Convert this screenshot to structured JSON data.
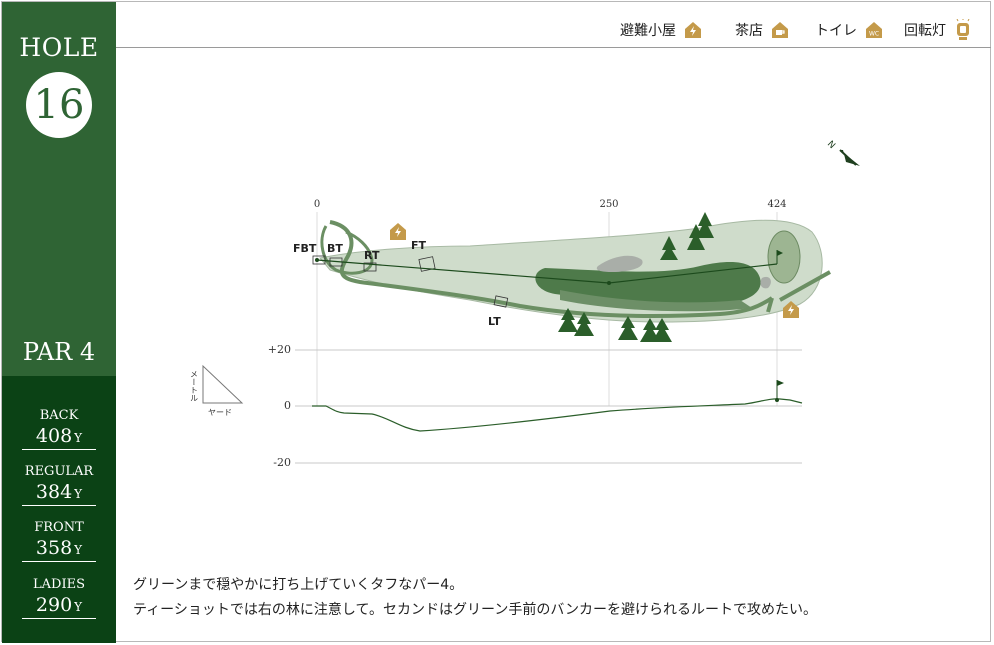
{
  "sidebar": {
    "hole_label": "HOLE",
    "hole_number": "16",
    "par": "PAR 4",
    "yardages": [
      {
        "tee": "BACK",
        "yards": "408",
        "unit": "Y"
      },
      {
        "tee": "REGULAR",
        "yards": "384",
        "unit": "Y"
      },
      {
        "tee": "FRONT",
        "yards": "358",
        "unit": "Y"
      },
      {
        "tee": "LADIES",
        "yards": "290",
        "unit": "Y"
      }
    ]
  },
  "legend": {
    "shelter": "避難小屋",
    "teahouse": "茶店",
    "toilet": "トイレ",
    "toilet_icon_text": "WC",
    "beacon": "回転灯",
    "icon_color": "#c49a4a"
  },
  "map": {
    "distance_marks": [
      "0",
      "250",
      "424"
    ],
    "tee_labels": {
      "fbt": "FBT",
      "bt": "BT",
      "rt": "RT",
      "ft": "FT",
      "lt": "LT"
    },
    "elevation_labels": [
      "+20",
      "0",
      "-20"
    ],
    "scale_vertical": "メートル",
    "scale_horizontal": "ヤード",
    "north": "N",
    "colors": {
      "fairway": "#4e7a4a",
      "rough": "#cfdccb",
      "green": "#9db592",
      "tree": "#2b5e2a",
      "path": "#6b8f63"
    }
  },
  "description": {
    "line1": "グリーンまで穏やかに打ち上げていくタフなパー4。",
    "line2": "ティーショットでは右の林に注意して。セカンドはグリーン手前のバンカーを避けられるルートで攻めたい。"
  }
}
